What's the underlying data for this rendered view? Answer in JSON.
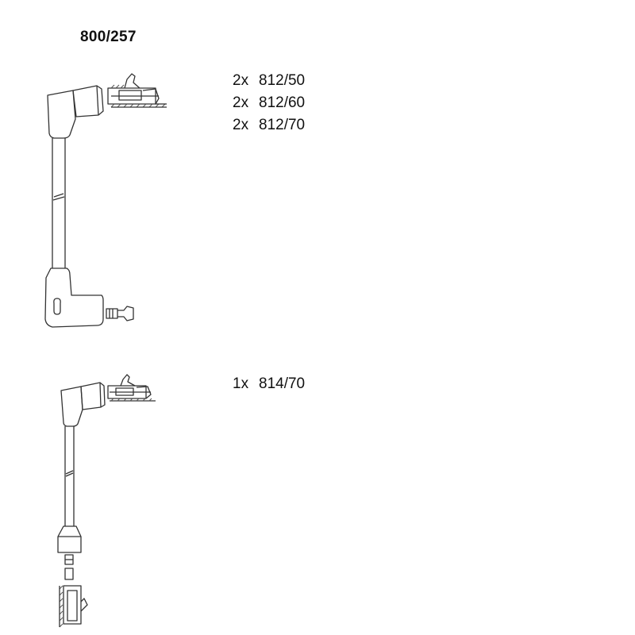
{
  "title": "800/257",
  "groups": [
    {
      "items": [
        {
          "qty": "2x",
          "part": "812/50"
        },
        {
          "qty": "2x",
          "part": "812/60"
        },
        {
          "qty": "2x",
          "part": "812/70"
        }
      ]
    },
    {
      "items": [
        {
          "qty": "1x",
          "part": "814/70"
        }
      ]
    }
  ]
}
